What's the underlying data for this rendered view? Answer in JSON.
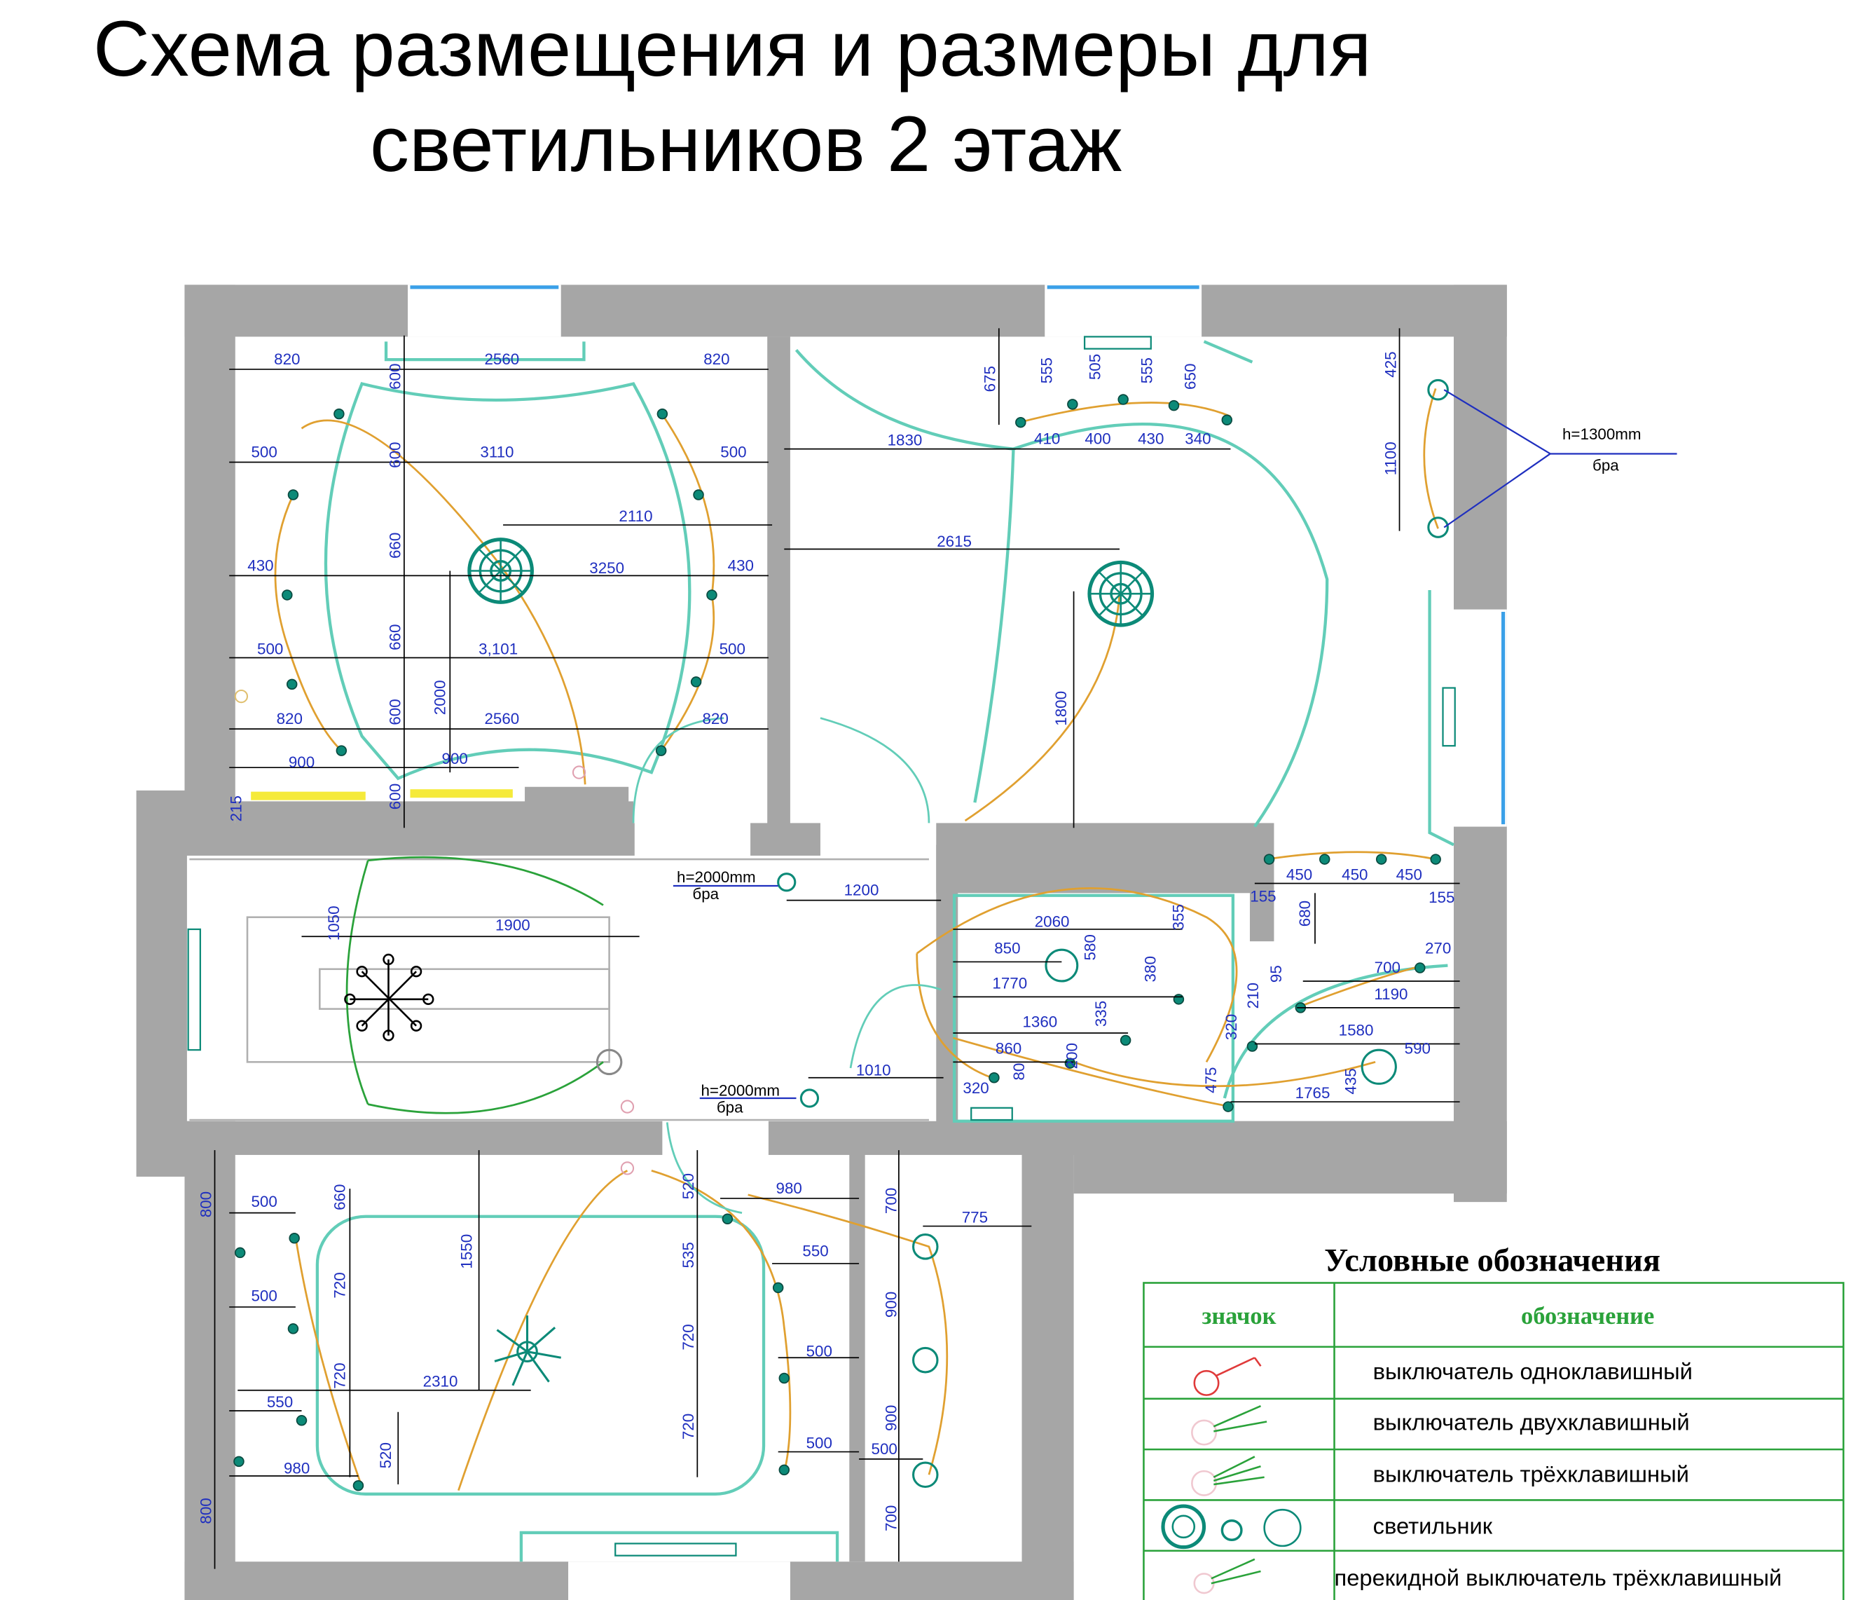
{
  "title": {
    "line1": "Схема размещения и размеры для",
    "line2": "светильников  2 этаж"
  },
  "colors": {
    "wall": "#a6a6a6",
    "dim": "#1f2fbf",
    "wire": "#e0a030",
    "ceiling": "#62cdb8",
    "lamp": "#0c8a78",
    "green": "#2aa23a",
    "red": "#e03a3a",
    "window": "#3aa0e8",
    "yellow": "#f5ea3a"
  },
  "dims": {
    "r1": [
      "820",
      "2560",
      "820",
      "500",
      "3110",
      "500",
      "2110",
      "430",
      "3250",
      "430",
      "500",
      "3,101",
      "500",
      "820",
      "2560",
      "820",
      "900",
      "900",
      "215",
      "600",
      "600",
      "660",
      "660",
      "600",
      "600",
      "2000"
    ],
    "r2": [
      "675",
      "555",
      "505",
      "555",
      "650",
      "410",
      "400",
      "430",
      "340",
      "1830",
      "2615",
      "1800",
      "425",
      "1100"
    ],
    "r3": [
      "1200",
      "1050",
      "1900",
      "1010"
    ],
    "r4": [
      "2060",
      "355",
      "580",
      "850",
      "380",
      "1770",
      "335",
      "1360",
      "200",
      "860",
      "80",
      "320"
    ],
    "r5": [
      "450",
      "450",
      "450",
      "155",
      "155",
      "680",
      "270",
      "700",
      "95",
      "210",
      "1190",
      "1580",
      "320",
      "590",
      "475",
      "435",
      "1765"
    ],
    "r6": [
      "800",
      "500",
      "660",
      "500",
      "1550",
      "520",
      "980",
      "535",
      "550",
      "720",
      "720",
      "720",
      "720",
      "500",
      "2310",
      "550",
      "520",
      "980",
      "500",
      "800",
      "700",
      "775",
      "900",
      "500",
      "900",
      "700"
    ]
  },
  "annotations": [
    {
      "h": "h=1300mm",
      "name": "бра"
    },
    {
      "h": "h=2000mm",
      "name": "бра"
    },
    {
      "h": "h=2000mm",
      "name": "бра"
    }
  ],
  "legend": {
    "title": "Условные обозначения",
    "col_icon": "значок",
    "col_meaning": "обозначение",
    "rows": [
      "выключатель одноклавишный",
      "выключатель двухклавишный",
      "выключатель трёхклавишный",
      "светильник",
      "перекидной выключатель трёхклавишный"
    ]
  }
}
